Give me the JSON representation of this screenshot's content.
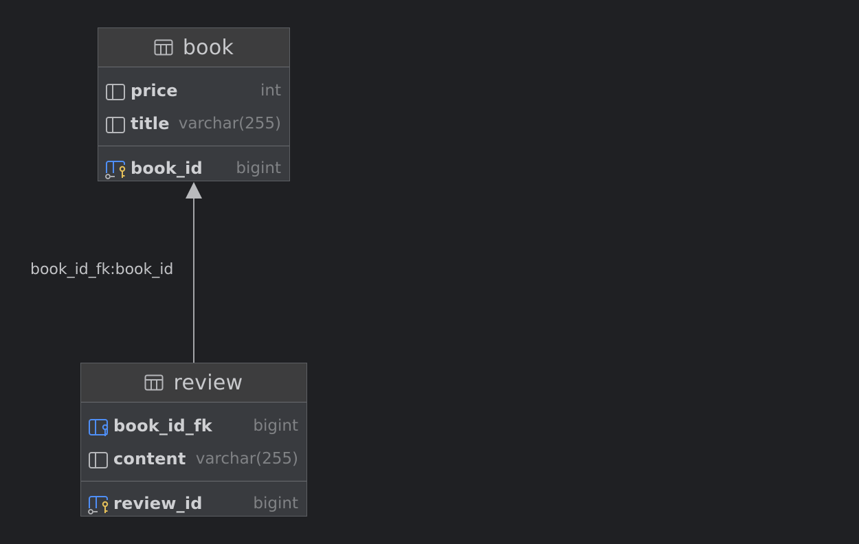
{
  "tables": [
    {
      "name": "book",
      "columns": [
        {
          "name": "price",
          "type": "int",
          "icon": "column-icon"
        },
        {
          "name": "title",
          "type": "varchar(255)",
          "icon": "column-icon"
        }
      ],
      "primary_key": [
        {
          "name": "book_id",
          "type": "bigint",
          "icon": "primary-key-icon"
        }
      ]
    },
    {
      "name": "review",
      "columns": [
        {
          "name": "book_id_fk",
          "type": "bigint",
          "icon": "foreign-key-icon"
        },
        {
          "name": "content",
          "type": "varchar(255)",
          "icon": "column-icon"
        }
      ],
      "primary_key": [
        {
          "name": "review_id",
          "type": "bigint",
          "icon": "primary-key-icon"
        }
      ]
    }
  ],
  "relationships": [
    {
      "label": "book_id_fk:book_id",
      "from": "review",
      "to": "book"
    }
  ],
  "colors": {
    "background": "#1f2023",
    "table_body": "#393b3f",
    "header": "#3d3d3e",
    "key_blue": "#4f8ff7",
    "key_yellow": "#e6c15a"
  }
}
